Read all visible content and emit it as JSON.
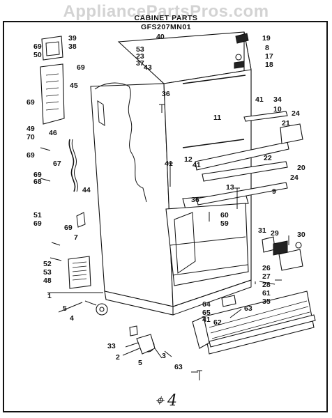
{
  "watermark": "AppliancePartsPros.com",
  "title": {
    "line1": "CABINET PARTS",
    "line2": "GFS207MN01"
  },
  "handwritten_note": "4",
  "part_labels": [
    "39",
    "69",
    "50",
    "40",
    "19",
    "38",
    "53",
    "23",
    "37",
    "8",
    "17",
    "18",
    "43",
    "45",
    "69",
    "69",
    "36",
    "34",
    "10",
    "41",
    "24",
    "11",
    "49",
    "46",
    "70",
    "21",
    "12",
    "22",
    "69",
    "67",
    "41",
    "20",
    "68",
    "69",
    "44",
    "13",
    "41",
    "24",
    "9",
    "36",
    "51",
    "69",
    "69",
    "7",
    "60",
    "59",
    "31",
    "29",
    "30",
    "52",
    "53",
    "48",
    "26",
    "27",
    "28",
    "1",
    "61",
    "35",
    "64",
    "65",
    "63",
    "5",
    "41",
    "4",
    "62",
    "33",
    "2",
    "5",
    "3",
    "63"
  ]
}
